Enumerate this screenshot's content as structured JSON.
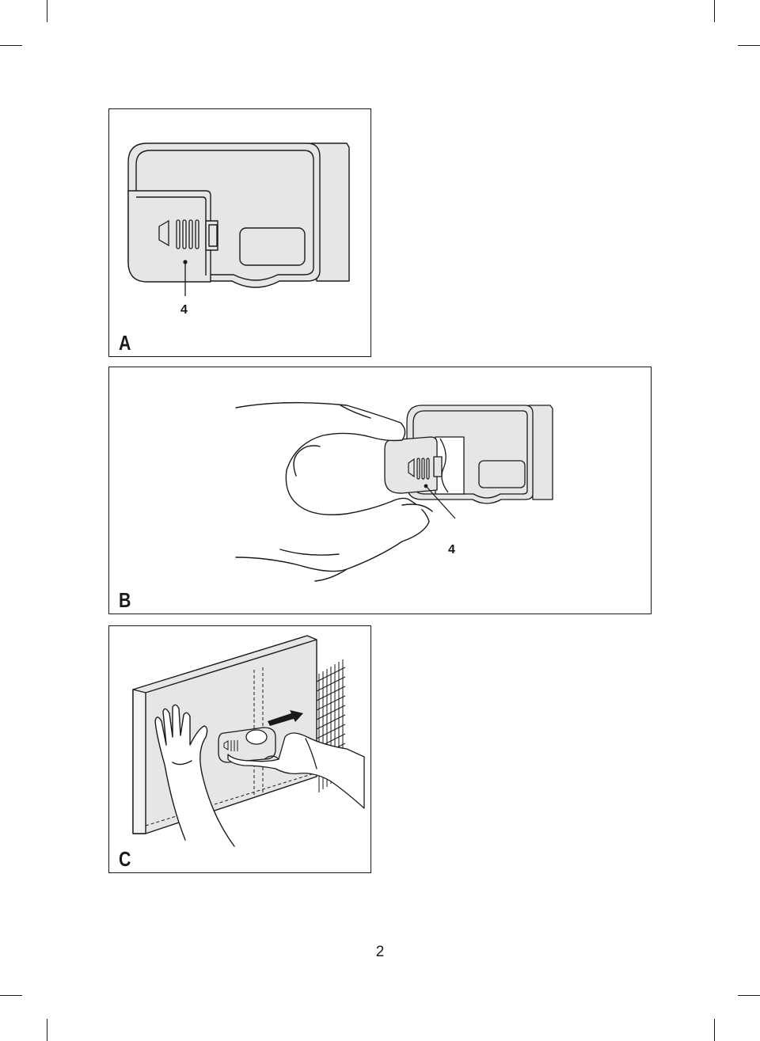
{
  "figures": {
    "a": {
      "letter": "A",
      "callout": "4"
    },
    "b": {
      "letter": "B",
      "callout": "4"
    },
    "c": {
      "letter": "C"
    }
  },
  "page_number": "2",
  "colors": {
    "ink": "#1a1a1a",
    "fill": "#e6e6e6",
    "paper": "#ffffff"
  }
}
